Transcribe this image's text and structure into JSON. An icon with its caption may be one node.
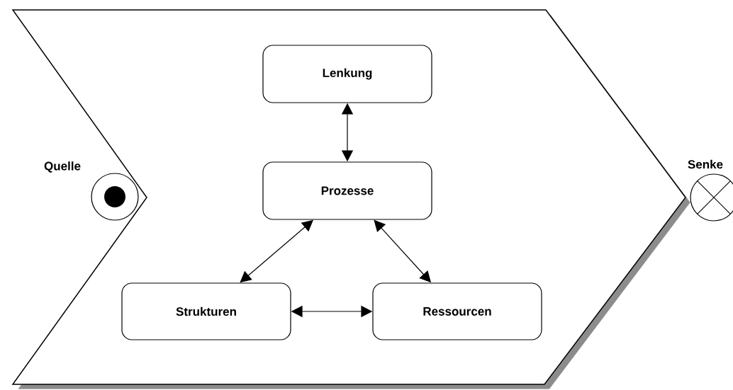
{
  "diagram": {
    "nodes": [
      {
        "text": [],
        "shape": "chevron"
      },
      {
        "text": [
          "Lenkung"
        ],
        "in": 0
      },
      {
        "text": [
          "Prozesse"
        ],
        "in": 0
      },
      {
        "text": [
          "Strukturen"
        ],
        "in": 0
      },
      {
        "text": [
          "Ressourcen"
        ],
        "in": 0
      },
      {
        "text": [
          "Quelle"
        ]
      },
      {
        "text": [
          "Senke"
        ]
      }
    ],
    "edges": [
      {
        "from": 1,
        "to": 2,
        "arrow": "both"
      },
      {
        "from": 2,
        "to": 3,
        "arrow": "both"
      },
      {
        "from": 2,
        "to": 4,
        "arrow": "both"
      },
      {
        "from": 3,
        "to": 4,
        "arrow": "both"
      }
    ]
  }
}
